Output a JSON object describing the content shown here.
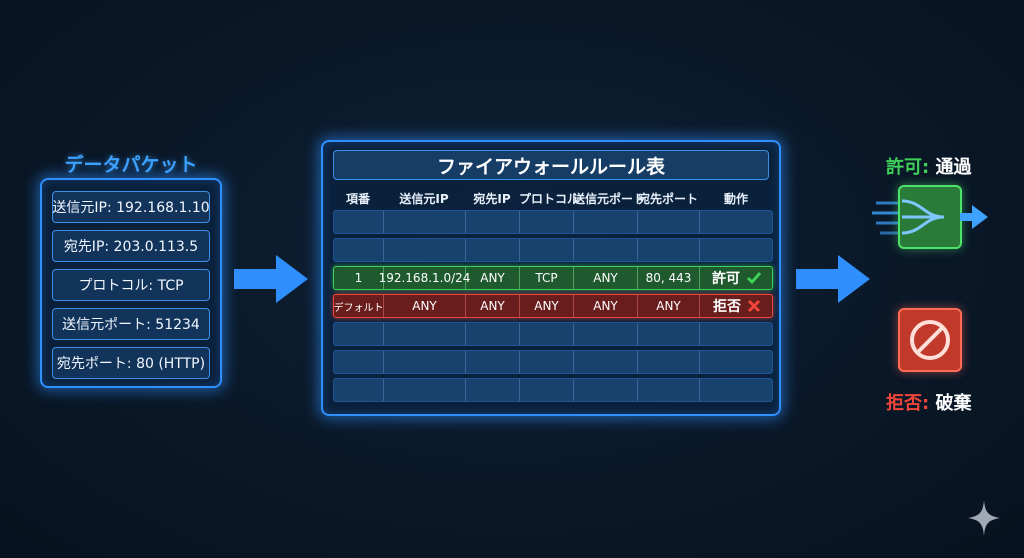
{
  "packet": {
    "title": "データパケット",
    "fields": [
      "送信元IP: 192.168.1.10",
      "宛先IP: 203.0.113.5",
      "プロトコル: TCP",
      "送信元ポート: 51234",
      "宛先ポート: 80 (HTTP)"
    ]
  },
  "rules": {
    "title": "ファイアウォールルール表",
    "headers": [
      "項番",
      "送信元IP",
      "宛先IP",
      "プロトコル",
      "送信元ポート",
      "宛先ポート",
      "動作"
    ],
    "allow_row": [
      "1",
      "192.168.1.0/24",
      "ANY",
      "TCP",
      "ANY",
      "80, 443",
      "許可"
    ],
    "deny_row": [
      "デフォルト",
      "ANY",
      "ANY",
      "ANY",
      "ANY",
      "ANY",
      "拒否"
    ]
  },
  "results": {
    "allow_label": "許可:",
    "allow_text": "通過",
    "deny_label": "拒否:",
    "deny_text": "破棄"
  },
  "colors": {
    "accent": "#2f8fff",
    "allow": "#3fd25a",
    "deny": "#f0463a"
  }
}
